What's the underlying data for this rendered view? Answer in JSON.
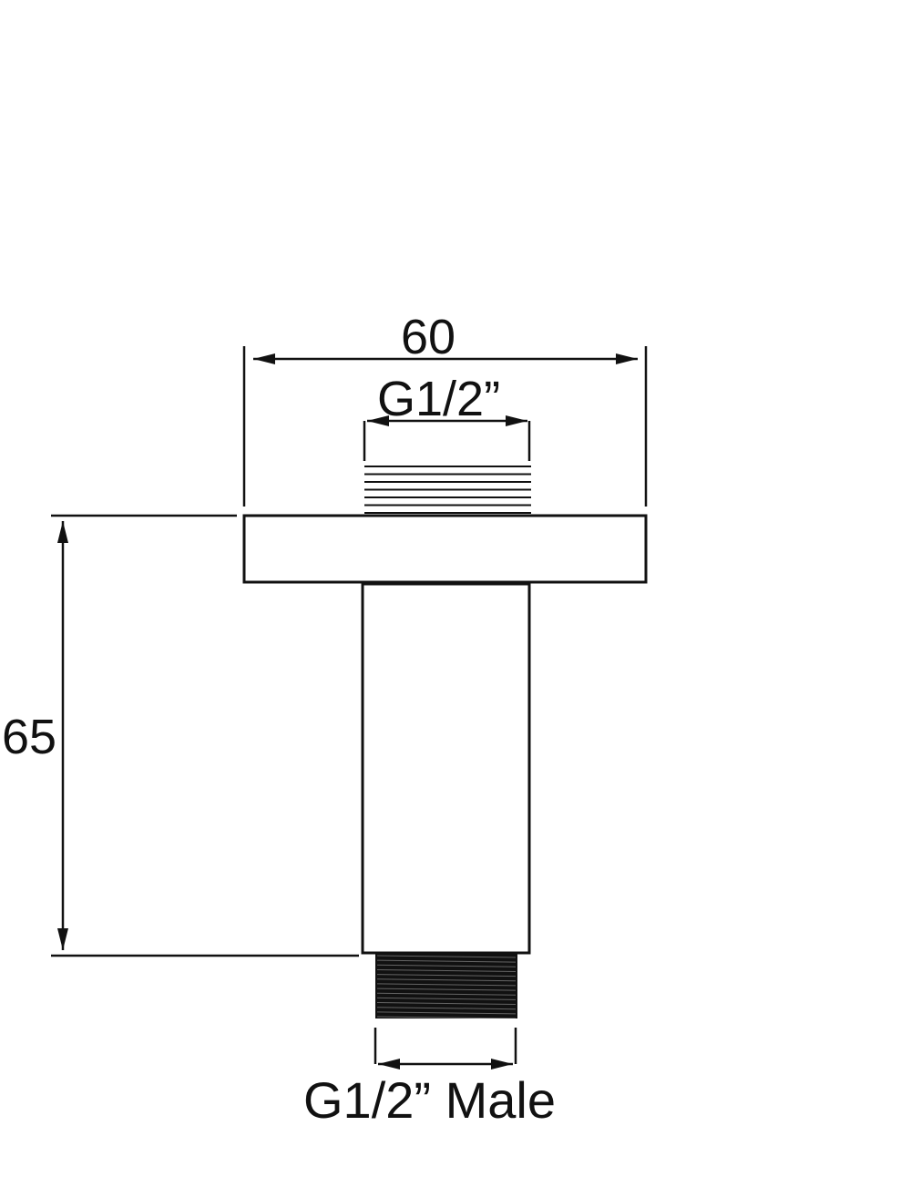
{
  "drawing": {
    "dimensions": {
      "width": "60",
      "top_thread": "G1/2”",
      "height": "65",
      "bottom_thread": "G1/2” Male"
    },
    "colors": {
      "line": "#111111",
      "background": "#ffffff"
    },
    "top_thread_line_count": 7,
    "bottom_thread_line_count": 14
  }
}
